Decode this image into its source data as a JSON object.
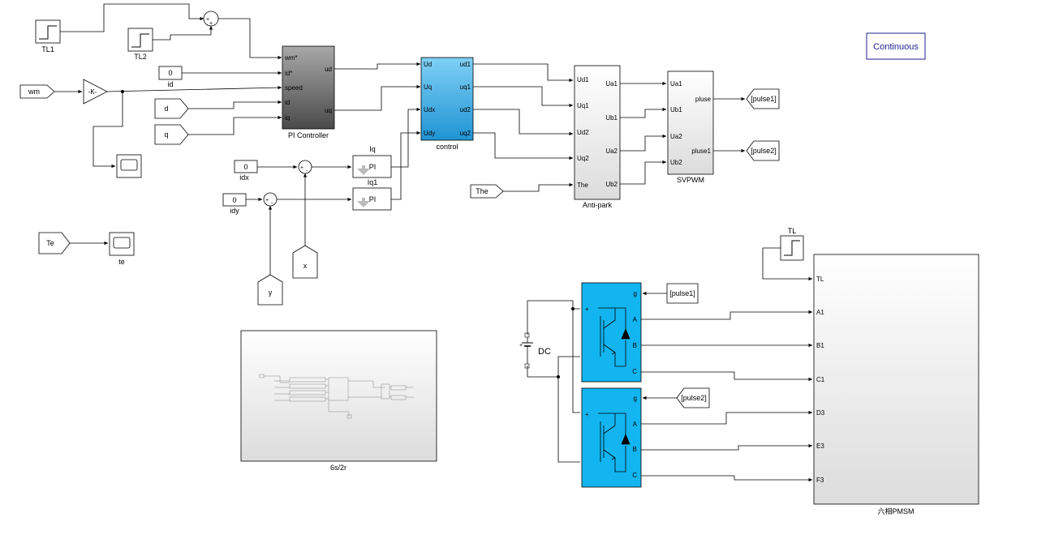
{
  "solver": {
    "label": "Continuous"
  },
  "sources": {
    "tl1": "TL1",
    "tl2": "TL2",
    "tl": "TL",
    "wm": "wm",
    "gain": "-K-",
    "id_const": {
      "value": "0",
      "name": "id"
    },
    "idx_const": {
      "value": "0",
      "name": "idx"
    },
    "idy_const": {
      "value": "0",
      "name": "idy"
    },
    "d": "d",
    "q": "q",
    "the": "The",
    "te": "Te",
    "x": "x",
    "y": "y"
  },
  "sum_signs": {
    "plus": "+",
    "minus": "-"
  },
  "pi_controller": {
    "name": "PI Controller",
    "inputs": [
      "wm*",
      "id*",
      "speed",
      "id",
      "iq"
    ],
    "outputs": [
      "ud",
      "uq"
    ]
  },
  "pi_blocks": {
    "top": {
      "label": "PI",
      "above": "Iq",
      "below": "Iq1"
    },
    "bottom": {
      "label": "PI"
    }
  },
  "control": {
    "name": "control",
    "inputs": [
      "Ud",
      "Uq",
      "Udx",
      "Udy"
    ],
    "outputs": [
      "ud1",
      "uq1",
      "ud2",
      "uq2"
    ]
  },
  "anti_park": {
    "name": "Anti-park",
    "inputs": [
      "Ud1",
      "Uq1",
      "Ud2",
      "Uq2",
      "The"
    ],
    "outputs": [
      "Ua1",
      "Ub1",
      "Ua2",
      "Ub2"
    ]
  },
  "svpwm": {
    "name": "SVPWM",
    "inputs": [
      "Ua1",
      "Ub1",
      "Ua2",
      "Ub2"
    ],
    "outputs": [
      "pluse",
      "pluse1"
    ]
  },
  "goto_tags": {
    "pulse1": "[pulse1]",
    "pulse2": "[pulse2]"
  },
  "scope": {
    "te_name": "te"
  },
  "subsystem": {
    "name": "6s/2r"
  },
  "dc": {
    "label": "DC",
    "plus": "+"
  },
  "inverter": {
    "in_port": "g",
    "plus": "+",
    "out_ports": [
      "A",
      "B",
      "C"
    ]
  },
  "pmsm": {
    "name": "六相PMSM",
    "inputs": [
      "TL",
      "A1",
      "B1",
      "C1",
      "D3",
      "E3",
      "F3"
    ]
  },
  "colors": {
    "control_fill": "#3aa7df",
    "inverter_fill": "#12b5f0",
    "solver_text": "#1f1f8f"
  }
}
